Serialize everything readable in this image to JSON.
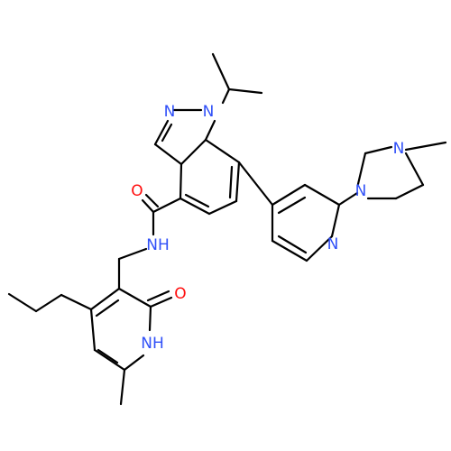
{
  "diagram": {
    "type": "chemical-structure",
    "atom_labels": {
      "N_pyrazole": "N",
      "N1_indazole": "N",
      "O_amide": "O",
      "NH_amide": "NH",
      "N_pyridine": "N",
      "N_piperazine_1": "N",
      "N_piperazine_4": "N",
      "O_pyridone": "O",
      "NH_pyridone": "NH"
    },
    "colors": {
      "nitrogen": "#3050F8",
      "oxygen": "#FF0D0D",
      "bond": "#000000"
    }
  }
}
